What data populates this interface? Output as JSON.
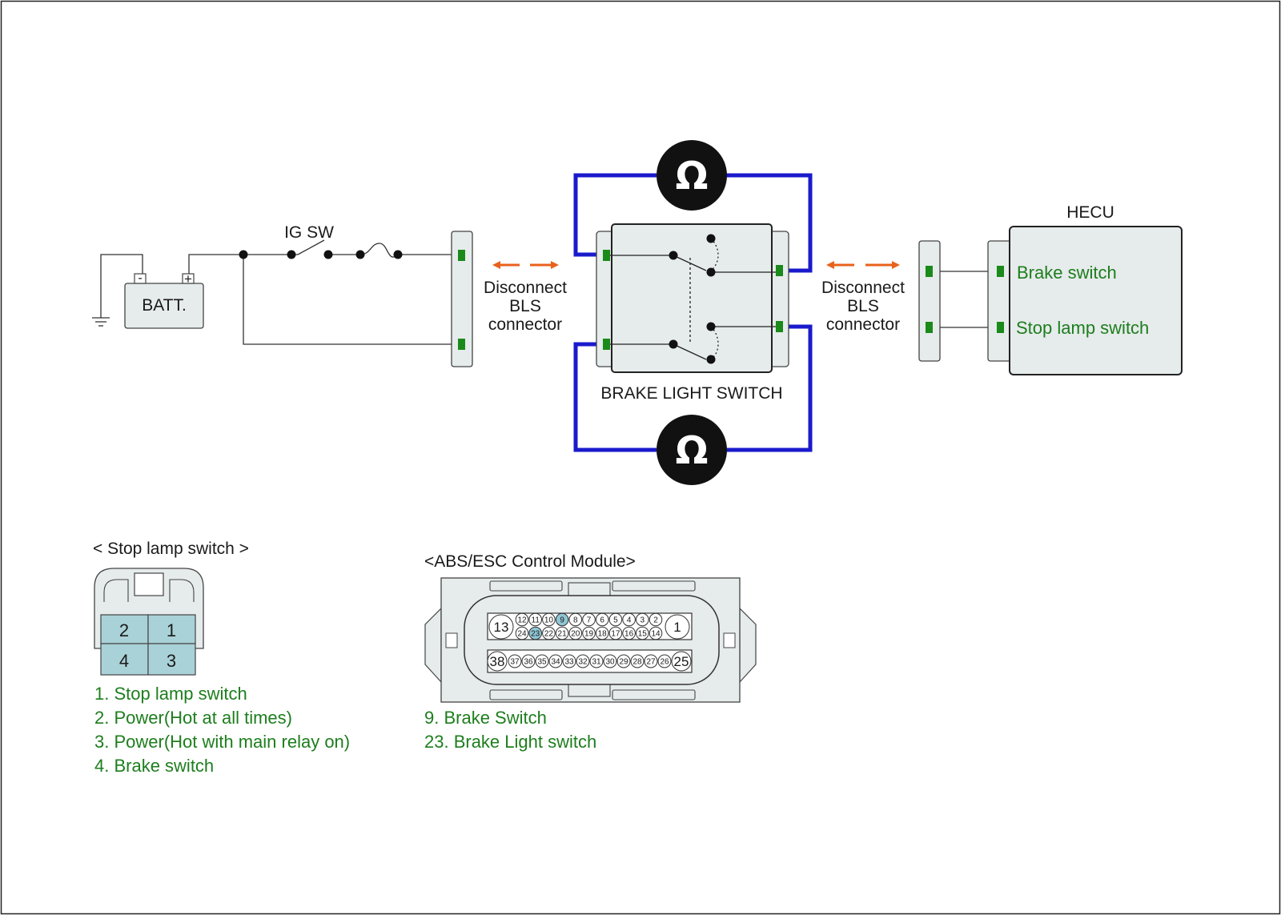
{
  "colors": {
    "blue_lead": "#1a1acc",
    "arrow": "#e8621c",
    "pin_green": "#1a8a1a",
    "label_green": "#1d7e1d",
    "body_fill": "#e6ebeb",
    "cell_fill": "#a9d2d8",
    "pin_highlight": "#8fc6d4"
  },
  "circuit": {
    "ig_sw_label": "IG SW",
    "battery_label": "BATT.",
    "battery_neg": "-",
    "battery_pos": "+",
    "disconnect_left": [
      "Disconnect",
      "BLS",
      "connector"
    ],
    "disconnect_right": [
      "Disconnect",
      "BLS",
      "connector"
    ],
    "switch_label": "BRAKE LIGHT SWITCH",
    "meter_symbol": "Ω",
    "hecu_title": "HECU",
    "hecu_pins": [
      "Brake switch",
      "Stop lamp switch"
    ]
  },
  "stop_lamp_connector": {
    "title": "< Stop lamp switch >",
    "cells": [
      "2",
      "1",
      "4",
      "3"
    ],
    "legend": [
      "1. Stop lamp switch",
      "2. Power(Hot at all times)",
      "3. Power(Hot with main relay on)",
      "4. Brake switch"
    ]
  },
  "abs_connector": {
    "title": "<ABS/ESC Control Module>",
    "top_big_left": "13",
    "top_big_right": "1",
    "row1": [
      "12",
      "11",
      "10",
      "9",
      "8",
      "7",
      "6",
      "5",
      "4",
      "3",
      "2"
    ],
    "row2": [
      "24",
      "23",
      "22",
      "21",
      "20",
      "19",
      "18",
      "17",
      "16",
      "15",
      "14"
    ],
    "bottom_big_left": "38",
    "bottom_big_right": "25",
    "row3": [
      "37",
      "36",
      "35",
      "34",
      "33",
      "32",
      "31",
      "30",
      "29",
      "28",
      "27",
      "26"
    ],
    "highlighted_pins": [
      "9",
      "23"
    ],
    "legend": [
      "9. Brake Switch",
      "23. Brake Light switch"
    ]
  }
}
